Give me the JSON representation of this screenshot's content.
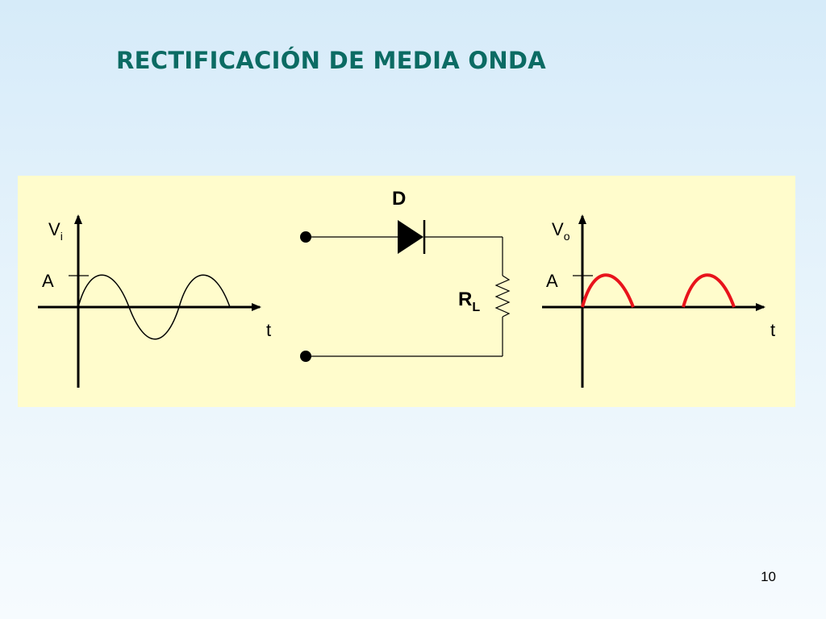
{
  "slide": {
    "title": "RECTIFICACIÓN DE MEDIA ONDA",
    "page_number": "10"
  },
  "colors": {
    "title": "#0b6b63",
    "panel_background": "#fffccc",
    "output_waveform": "#e8131b"
  },
  "input_graph": {
    "v_label": "V",
    "v_subscript": "i",
    "amplitude_label": "A",
    "time_label": "t"
  },
  "circuit": {
    "diode_label": "D",
    "resistor_label": "R",
    "resistor_subscript": "L"
  },
  "output_graph": {
    "v_label": "V",
    "v_subscript": "o",
    "amplitude_label": "A",
    "time_label": "t"
  }
}
